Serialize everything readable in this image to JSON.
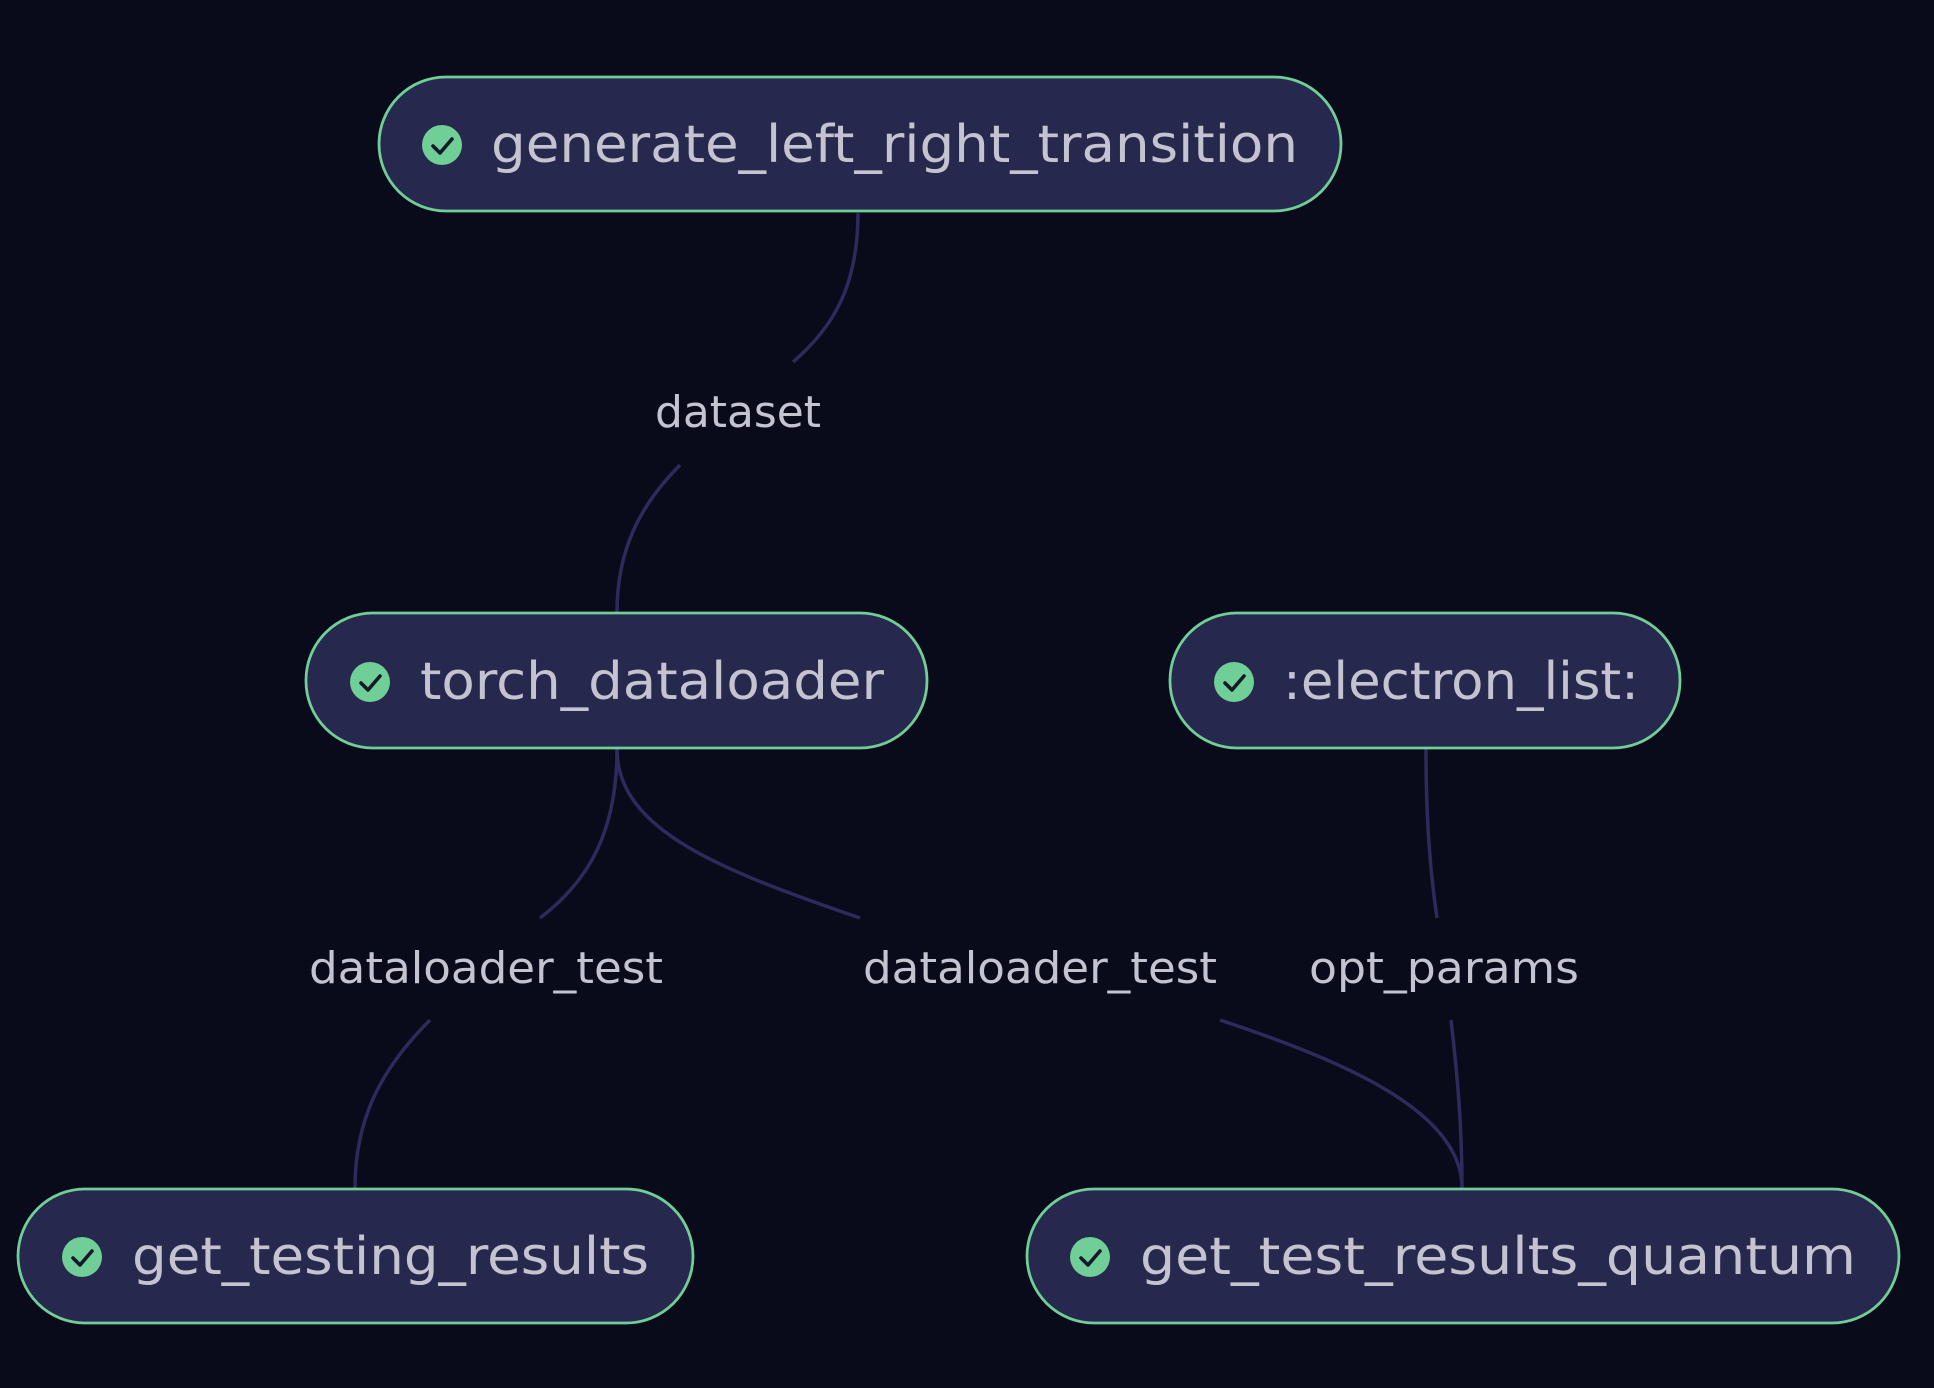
{
  "colors": {
    "background": "#090a1a",
    "node_fill": "#27284e",
    "node_border": "#6fcf97",
    "status_icon": "#6fcf97",
    "edge": "#2c2b5c",
    "text": "#c4c4d0"
  },
  "nodes": [
    {
      "id": "generate",
      "label": "generate_left_right_transition",
      "status": "completed",
      "icon": "check-circle-icon"
    },
    {
      "id": "torch",
      "label": "torch_dataloader",
      "status": "completed",
      "icon": "check-circle-icon"
    },
    {
      "id": "electron",
      "label": ":electron_list:",
      "status": "completed",
      "icon": "check-circle-icon"
    },
    {
      "id": "testing",
      "label": "get_testing_results",
      "status": "completed",
      "icon": "check-circle-icon"
    },
    {
      "id": "quantum",
      "label": "get_test_results_quantum",
      "status": "completed",
      "icon": "check-circle-icon"
    }
  ],
  "edges": [
    {
      "from": "generate",
      "to": "torch",
      "label": "dataset"
    },
    {
      "from": "torch",
      "to": "testing",
      "label": "dataloader_test"
    },
    {
      "from": "torch",
      "to": "quantum",
      "label": "dataloader_test"
    },
    {
      "from": "electron",
      "to": "quantum",
      "label": "opt_params"
    }
  ]
}
